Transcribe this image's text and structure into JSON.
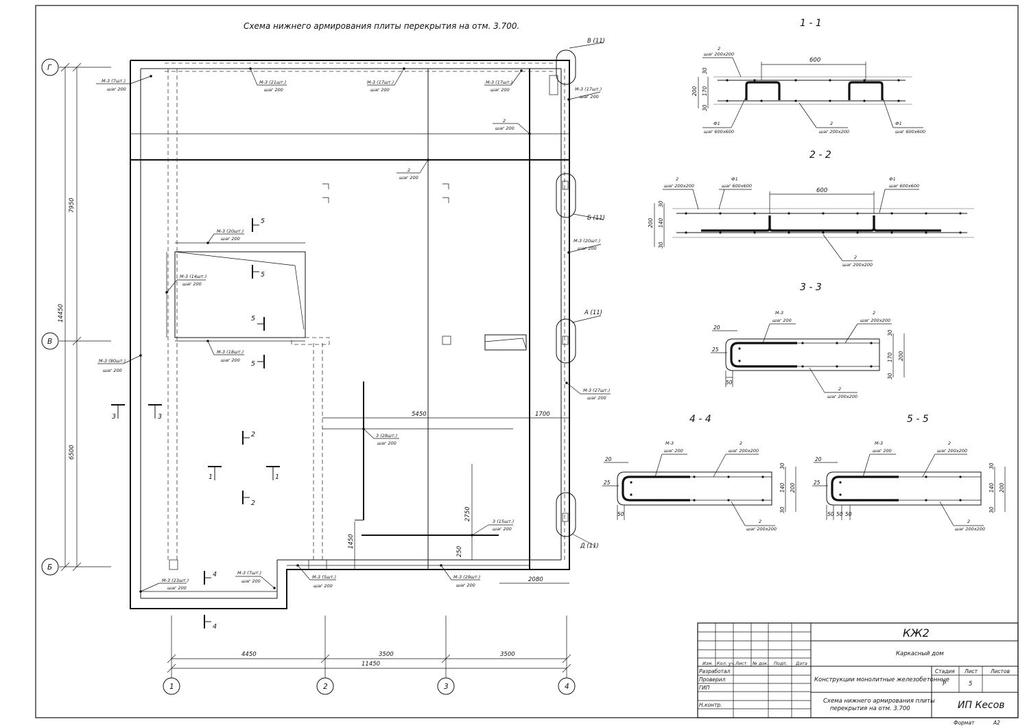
{
  "plan": {
    "title": "Схема нижнего армирования плиты перекрытия на отм. 3.700."
  },
  "axes": {
    "g": "Г",
    "v": "В",
    "b": "Б",
    "a1": "1",
    "a2": "2",
    "a3": "3",
    "a4": "4"
  },
  "dims": {
    "d7950": "7950",
    "d14450": "14450",
    "d6500": "6500",
    "d4450": "4450",
    "d3500a": "3500",
    "d3500b": "3500",
    "d11450": "11450",
    "d5450": "5450",
    "d1700": "1700",
    "d2750": "2750",
    "d1450": "1450",
    "d250": "250",
    "d2080": "2080"
  },
  "rebar_labels": {
    "m3_7_tl": "М-3 (7шт.)",
    "m3_21": "М-3 (21шт.)",
    "m3_17_a": "М-3 (17шт.)",
    "m3_17_b": "М-3 (17шт.)",
    "m3_17_r": "М-3 (17шт.)",
    "l2_a": "2",
    "l2_b": "2",
    "m3_20_a": "М-3 (20шт.)",
    "m3_20_r": "М-3 (20шт.)",
    "m3_14": "М-3 (14шт.)",
    "m3_18": "М-3 (18шт.)",
    "m3_80": "М-3 (80шт.)",
    "m3_27": "М-3 (27шт.)",
    "l3_28": "3 (28шт.)",
    "l3_15": "3 (15шт.)",
    "m3_23": "М-3 (23шт.)",
    "m3_7_b": "М-3 (7шт.)",
    "m3_5": "М-3 (5шт.)",
    "m3_29": "М-3 (29шт.)",
    "step": "шаг 200"
  },
  "callouts": {
    "v11": "В (11)",
    "b11": "Б (11)",
    "a11": "А (11)",
    "d11": "Д (11)"
  },
  "section_marks": {
    "s1": "1",
    "s2": "2",
    "s3": "3",
    "s4": "4",
    "s5": "5"
  },
  "sections": {
    "s11": {
      "title": "1 - 1",
      "dim600": "600",
      "d30a": "30",
      "d170": "170",
      "d30b": "30",
      "d200": "200",
      "top_label": "2",
      "top_step": "шаг 200х200",
      "bot_label": "2",
      "bot_step": "шаг 200х200",
      "f1_left": "Ф1",
      "f1_left_step": "шаг 600х600",
      "f1_right": "Ф1",
      "f1_right_step": "шаг 600х600"
    },
    "s22": {
      "title": "2 - 2",
      "dim600": "600",
      "d30a": "30",
      "d140": "140",
      "d30b": "30",
      "d200": "200",
      "top_label": "2",
      "top_step": "шаг 200х200",
      "f1_a": "Ф1",
      "f1_a_step": "шаг 600х600",
      "f1_b": "Ф1",
      "f1_b_step": "шаг 600х600",
      "bot_label": "2",
      "bot_step": "шаг 200х200"
    },
    "s33": {
      "title": "3 - 3",
      "m3": "М-3",
      "m3_step": "шаг 200",
      "top_label": "2",
      "top_step": "шаг 200х200",
      "bot_label": "2",
      "bot_step": "шаг 200х200",
      "d20": "20",
      "d25": "25",
      "d50": "50",
      "d30a": "30",
      "d170": "170",
      "d30b": "30",
      "d200": "200"
    },
    "s44": {
      "title": "4 - 4",
      "m3": "М-3",
      "m3_step": "шаг 200",
      "top_label": "2",
      "top_step": "шаг 200х200",
      "bot_label": "2",
      "bot_step": "шаг 200х200",
      "d20": "20",
      "d25": "25",
      "d50": "50",
      "d30a": "30",
      "d140": "140",
      "d30b": "30",
      "d200": "200"
    },
    "s55": {
      "title": "5 - 5",
      "m3": "М-3",
      "m3_step": "шаг 200",
      "top_label": "2",
      "top_step": "шаг 200х200",
      "bot_label": "2",
      "bot_step": "шаг 200х200",
      "d20": "20",
      "d25": "25",
      "d50a": "50",
      "d50b": "50",
      "d50c": "50",
      "d30a": "30",
      "d140": "140",
      "d30b": "30",
      "d200": "200"
    }
  },
  "title_block": {
    "code": "КЖ2",
    "project": "Каркасный дом",
    "cols": [
      "Изм.",
      "Кол. уч.",
      "Лист",
      "№ док.",
      "Подп.",
      "Дата"
    ],
    "roles": [
      "Разработал",
      "Проверил",
      "ГИП",
      "",
      "Н.контр."
    ],
    "section_name": "Конструкции монолитные железобетонные",
    "sheet_title_1": "Схема нижнего армирования плиты",
    "sheet_title_2": "перекрытия на отм. 3.700",
    "stage_h": "Стадия",
    "sheet_h": "Лист",
    "sheets_h": "Листов",
    "stage": "Р",
    "sheet": "5",
    "org": "ИП Кесов",
    "format_label": "Формат",
    "format": "А2"
  }
}
